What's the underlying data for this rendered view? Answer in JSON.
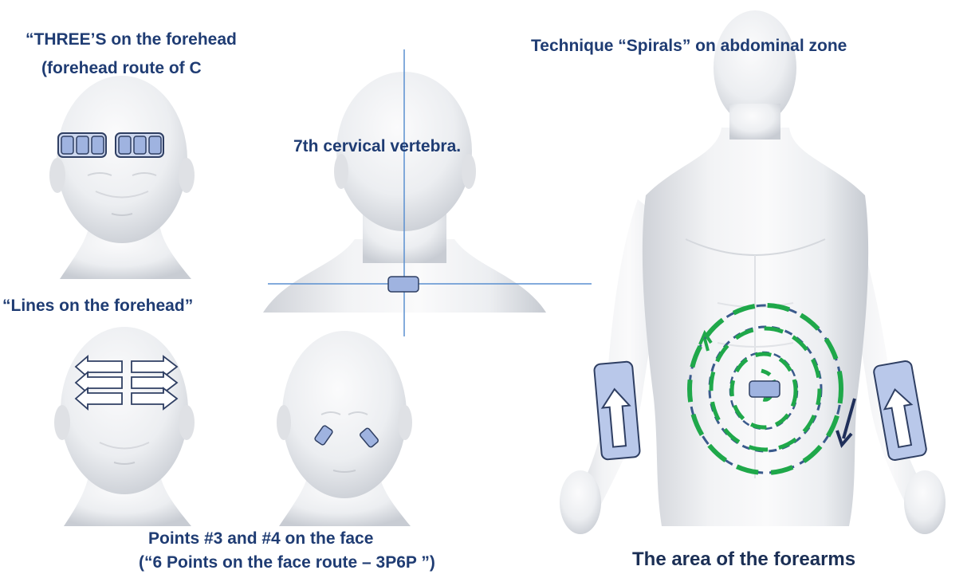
{
  "labels": {
    "forehead_threes_line1": "“THREE’S on the forehead",
    "forehead_threes_line2": "(forehead route of C",
    "cervical": "7th cervical vertebra.",
    "spirals": "Technique “Spirals” on abdominal zone",
    "lines_forehead": "“Lines on the forehead”",
    "points_line1": "Points #3 and #4 on the face",
    "points_line2": "(“6 Points on the face route – 3P6P ”)",
    "forearms": "The area of the forearms"
  },
  "colors": {
    "label_text": "#1f3c73",
    "pad_fill": "#9fb3e0",
    "pad_stroke": "#2f3f63",
    "spiral_green": "#1fa84a",
    "spiral_blue": "#3a5a8c",
    "guide_line": "#5a8fd0",
    "skin_light": "#f1f2f4",
    "skin_shadow": "#c9ccd2"
  }
}
